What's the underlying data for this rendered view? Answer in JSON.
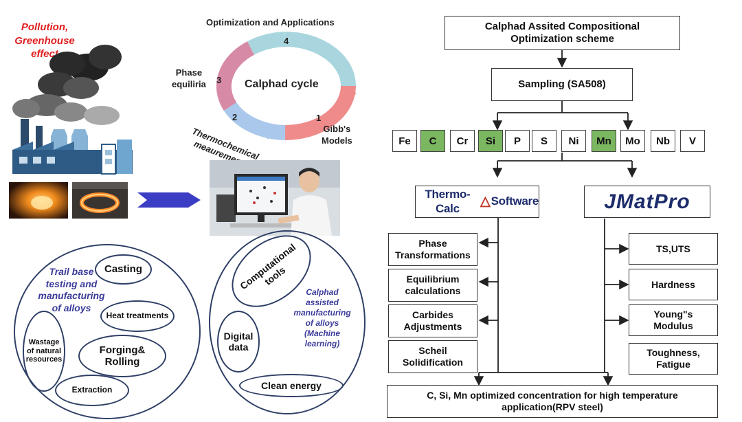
{
  "left": {
    "pollution_label": "Pollution,\nGreenhouse\neffect",
    "cycle": {
      "top_label": "Optimization and Applications",
      "center_label": "Calphad cycle",
      "phase_label": "Phase\nequiliria",
      "thermo_label": "Thermochemical\nmeaurements",
      "gibbs_label": "Gibb's\nModels",
      "numbers": [
        "1",
        "2",
        "3",
        "4"
      ]
    },
    "left_bubble": {
      "title": "Trail base\ntesting and\nmanufacturing\nof alloys",
      "casting": "Casting",
      "heat_treatments": "Heat treatments",
      "forging": "Forging&\nRolling",
      "extraction": "Extraction",
      "wastage": "Wastage\nof natural\nresources"
    },
    "right_bubble": {
      "computational": "Computational\ntools",
      "calphad_text": "Calphad\nassisted\nmanufacturing\nof alloys\n(Machine\nlearning)",
      "digital": "Digital\ndata",
      "clean": "Clean energy"
    }
  },
  "right": {
    "title": "Calphad Assited Compositional\nOptimization scheme",
    "sampling": "Sampling (SA508)",
    "elements": [
      {
        "symbol": "Fe",
        "highlight": false
      },
      {
        "symbol": "C",
        "highlight": true
      },
      {
        "symbol": "Cr",
        "highlight": false
      },
      {
        "symbol": "Si",
        "highlight": true
      },
      {
        "symbol": "P",
        "highlight": false
      },
      {
        "symbol": "S",
        "highlight": false
      },
      {
        "symbol": "Ni",
        "highlight": false
      },
      {
        "symbol": "Mn",
        "highlight": true
      },
      {
        "symbol": "Mo",
        "highlight": false
      },
      {
        "symbol": "Nb",
        "highlight": false
      },
      {
        "symbol": "V",
        "highlight": false
      }
    ],
    "thermocalc": {
      "part1": "Thermo-Calc",
      "part2": "Software"
    },
    "jmatpro": "JMatPro",
    "left_outputs": [
      "Phase\nTransformations",
      "Equilibrium\ncalculations",
      "Carbides\nAdjustments",
      "Scheil\nSolidification"
    ],
    "right_outputs": [
      "TS,UTS",
      "Hardness",
      "Young\"s\nModulus",
      "Toughness,\nFatigue"
    ],
    "final": "C, Si, Mn optimized concentration for high temperature\napplication(RPV steel)"
  },
  "colors": {
    "highlight": "#7bb661",
    "pollution": "#e02020",
    "arrow": "#3b3ec4",
    "ring_teal": "#a9d6de",
    "ring_red": "#ef8b8b",
    "ring_blue": "#a9c8ec",
    "ring_pink": "#d78aa6"
  }
}
